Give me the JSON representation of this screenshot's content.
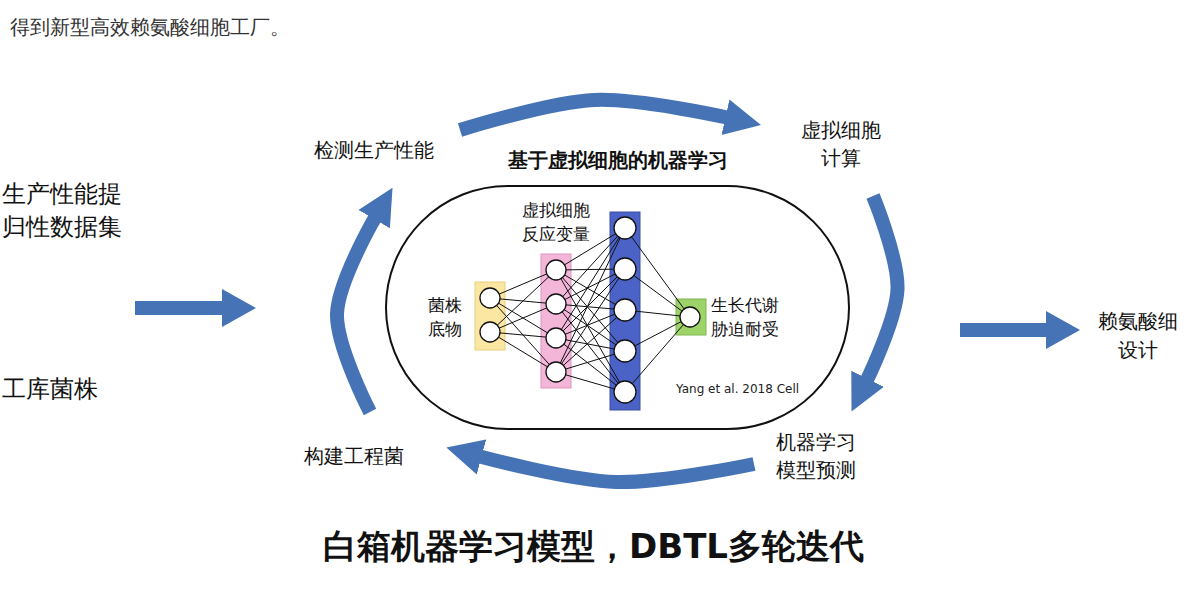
{
  "diagram": {
    "caption": "白箱机器学习模型，DBTL多轮迭代",
    "nodes": [
      {
        "text": [
          "检测生产性能"
        ]
      },
      {
        "text": [
          "虚拟细胞 计算"
        ]
      },
      {
        "text": [
          "机器学习 模型预测"
        ]
      },
      {
        "text": [
          "构建工程菌"
        ]
      },
      {
        "text": [
          "基于虚拟细胞的机器学习"
        ]
      }
    ],
    "edges": [
      {
        "from": 0,
        "to": 1,
        "arrow": "to"
      },
      {
        "from": 1,
        "to": 2,
        "arrow": "to"
      },
      {
        "from": 2,
        "to": 3,
        "arrow": "to"
      },
      {
        "from": 3,
        "to": 0,
        "arrow": "to"
      }
    ],
    "labels": [
      "得到新型高效赖氨酸细胞工厂。",
      "生产性能提 归性数据集",
      "工库菌株",
      "赖氨酸细 设计",
      "菌株 底物",
      "虚拟细胞 反应变量",
      "生长代谢 胁迫耐受",
      "Yang et al. 2018 Cell"
    ]
  }
}
